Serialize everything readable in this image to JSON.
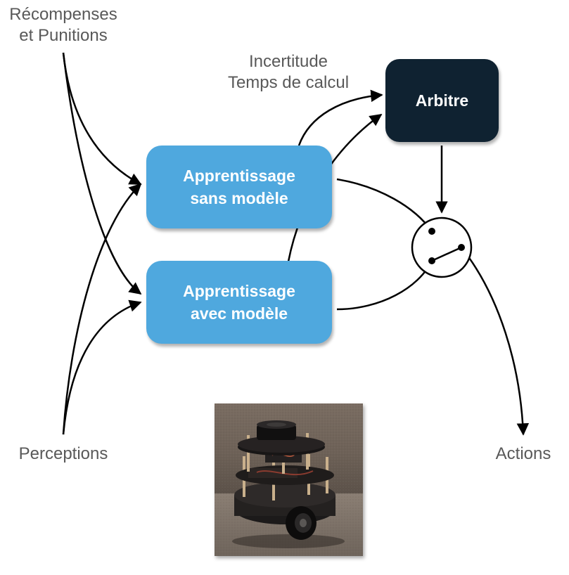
{
  "labels": {
    "rewards_line1": "Récompenses",
    "rewards_line2": "et Punitions",
    "uncertainty_line1": "Incertitude",
    "uncertainty_line2": "Temps de calcul",
    "perceptions": "Perceptions",
    "actions": "Actions"
  },
  "boxes": {
    "model_free_line1": "Apprentissage",
    "model_free_line2": "sans modèle",
    "model_based_line1": "Apprentissage",
    "model_based_line2": "avec modèle",
    "arbiter": "Arbitre"
  },
  "colors": {
    "learning_box": "#4FA8DE",
    "arbiter_box": "#0F2231",
    "arrow": "#000000",
    "label_text": "#595959"
  },
  "image": {
    "subject": "photograph of a small wheeled mobile robot (robot-photo)"
  }
}
